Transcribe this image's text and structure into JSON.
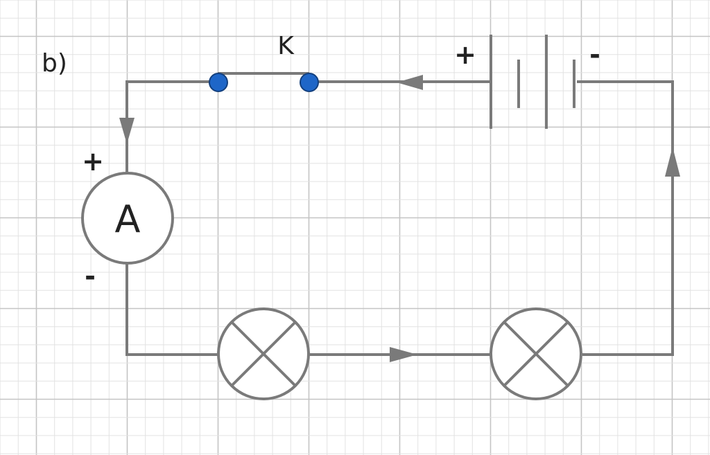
{
  "diagram": {
    "panel_label": "b)",
    "switch_label": "K",
    "battery": {
      "positive_sign": "+",
      "negative_sign": "-"
    },
    "ammeter": {
      "symbol": "A",
      "positive_sign": "+",
      "negative_sign": "-"
    },
    "colors": {
      "wire": "#7a7a7a",
      "terminal": "#1e66c8",
      "grid_minor": "#e2e2e2",
      "grid_major": "#c4c4c4"
    },
    "components": [
      "switch",
      "battery",
      "ammeter",
      "lamp",
      "lamp"
    ]
  }
}
